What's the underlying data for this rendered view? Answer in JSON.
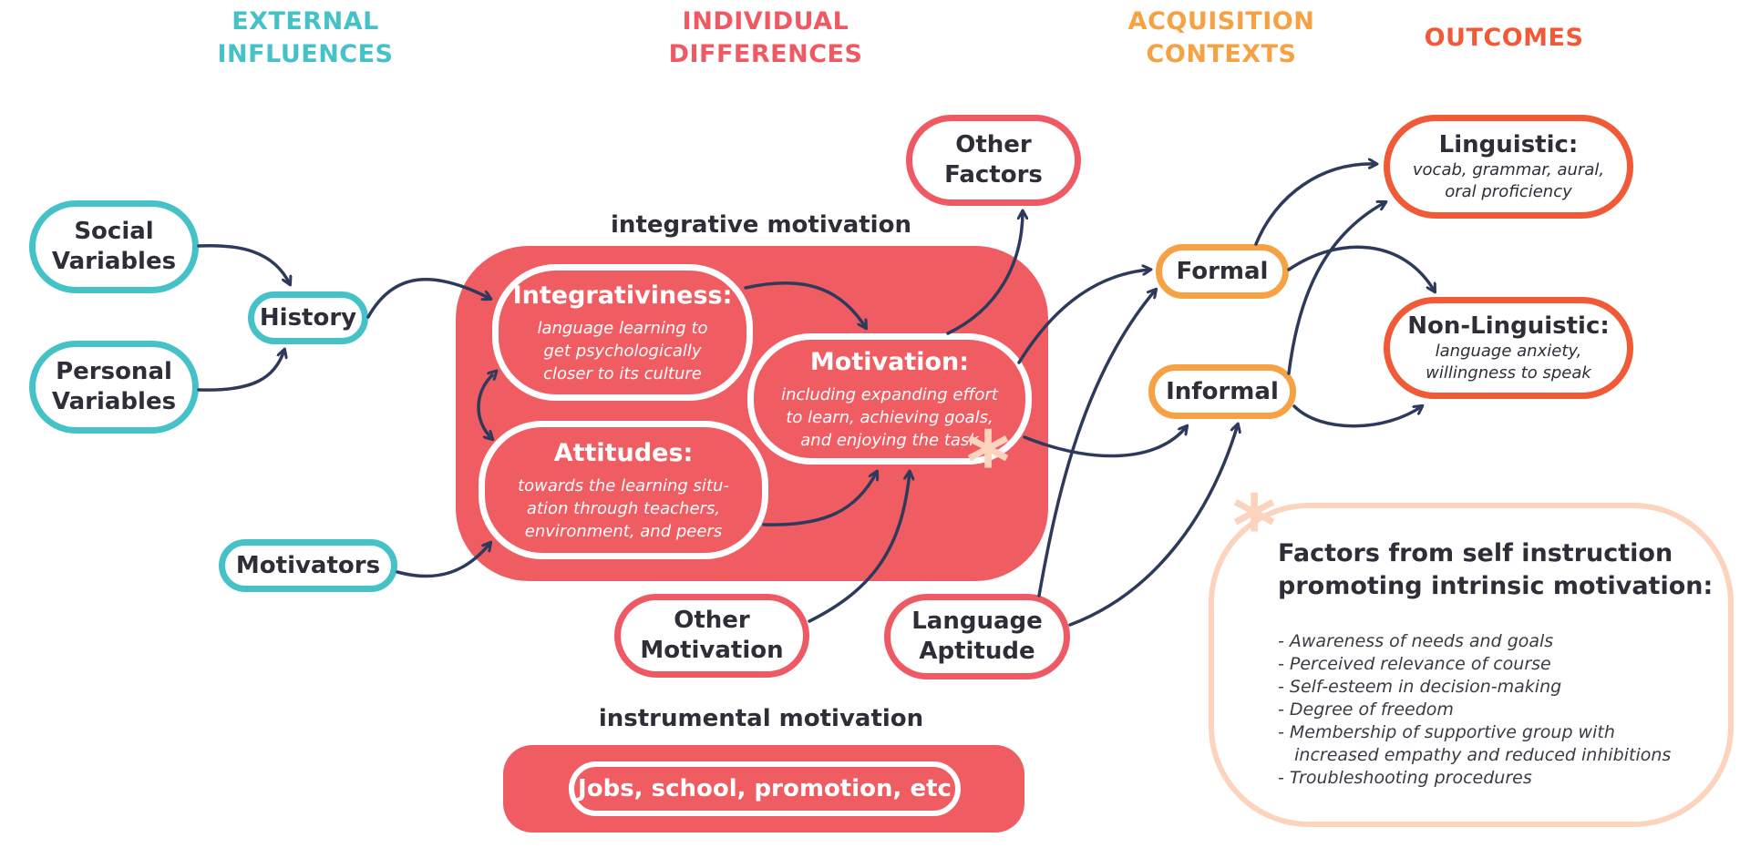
{
  "headers": {
    "external": [
      "EXTERNAL",
      "INFLUENCES"
    ],
    "individual": [
      "INDIVIDUAL",
      "DIFFERENCES"
    ],
    "acquisition": [
      "ACQUISITION",
      "CONTEXTS"
    ],
    "outcomes": "OUTCOMES"
  },
  "external": {
    "social": [
      "Social",
      "Variables"
    ],
    "personal": [
      "Personal",
      "Variables"
    ],
    "history": "History",
    "motivators": "Motivators"
  },
  "individual": {
    "integrative_label": "integrative motivation",
    "integrativeness_title": "Integrativiness:",
    "integrativeness_desc": [
      "language learning to",
      "get psychologically",
      "closer to its culture"
    ],
    "attitudes_title": "Attitudes:",
    "attitudes_desc": [
      "towards the learning situ-",
      "ation through teachers,",
      "environment, and peers"
    ],
    "motivation_title": "Motivation:",
    "motivation_desc": [
      "including expanding effort",
      "to learn, achieving goals,",
      "and enjoying the task"
    ],
    "other_factors": [
      "Other",
      "Factors"
    ],
    "other_motivation": [
      "Other",
      "Motivation"
    ],
    "language_aptitude": [
      "Language",
      "Aptitude"
    ],
    "instrumental_label": "instrumental motivation",
    "instrumental_examples": "Jobs, school, promotion, etc"
  },
  "contexts": {
    "formal": "Formal",
    "informal": "Informal"
  },
  "outcomes": {
    "linguistic_title": "Linguistic:",
    "linguistic_desc": [
      "vocab, grammar, aural,",
      "oral proficiency"
    ],
    "nonlinguistic_title": "Non-Linguistic:",
    "nonlinguistic_desc": [
      "language anxiety,",
      "willingness to speak"
    ]
  },
  "self_instruction": {
    "title": [
      "Factors from self instruction",
      "promoting intrinsic motivation:"
    ],
    "items": [
      "- Awareness of needs and goals",
      "- Perceived relevance of course",
      "- Self-esteem in decision-making",
      "- Degree of freedom",
      "- Membership of supportive group with",
      "   increased empathy and reduced inhibitions",
      "- Troubleshooting procedures"
    ]
  },
  "star_symbol": "*",
  "colors": {
    "teal": "#45c2c8",
    "red": "#ef5964",
    "orange": "#f6a142",
    "deep_orange": "#f05a36",
    "peach": "#fcd3bd",
    "navy": "#2e3a5c"
  }
}
